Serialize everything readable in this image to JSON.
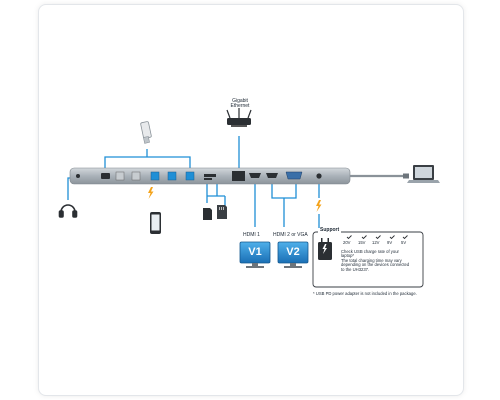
{
  "labels": {
    "gigabit_ethernet_line1": "Gigabit",
    "gigabit_ethernet_line2": "Ethernet",
    "hdmi1": "HDMI 1",
    "hdmi2_vga": "HDMI 2 or VGA",
    "monitor1_badge": "V1",
    "monitor2_badge": "V2"
  },
  "support": {
    "title": "Support",
    "voltages": [
      "20V",
      "15V",
      "12V",
      "9V",
      "5V"
    ],
    "note_line1": "Check USB charge rate of your",
    "note_line2": "laptop*",
    "note_line3": "The total charging time may vary",
    "note_line4": "depending on the devices connected",
    "note_line5": "to the UH3237."
  },
  "footnote": "* USB PD power adapter is not included in the package.",
  "colors": {
    "accent_blue": "#1f8fd6",
    "dock_gray": "#9aa3ab",
    "charge_orange": "#f4a31b"
  },
  "icons": {
    "headphones": "headphones-icon",
    "usb_drive": "usb-drive-icon",
    "phone": "smartphone-icon",
    "card_reader": "sd-card-icon",
    "router": "router-icon",
    "laptop": "laptop-icon",
    "monitor": "monitor-icon",
    "power_adapter": "power-adapter-icon",
    "charging": "lightning-icon"
  }
}
